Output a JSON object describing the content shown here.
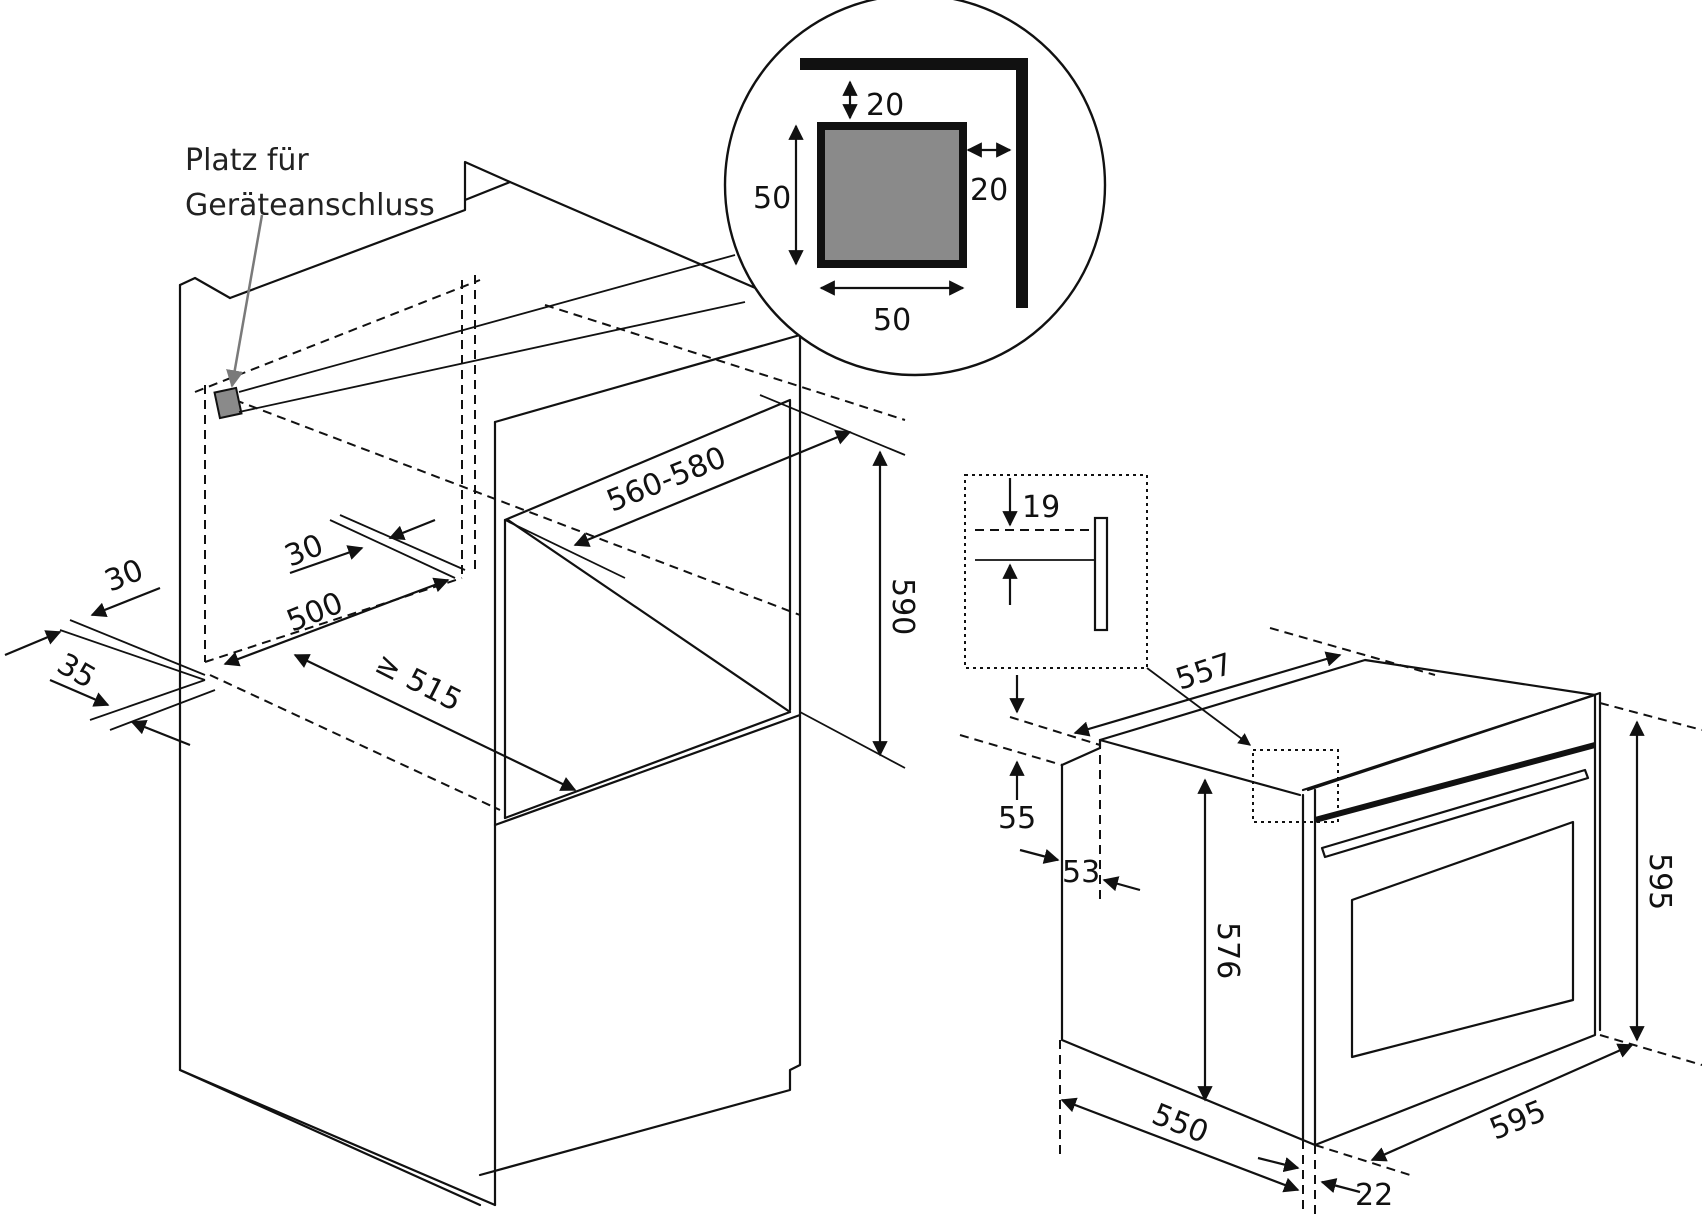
{
  "annotation": {
    "line1": "Platz für",
    "line2": "Geräteanschluss"
  },
  "detail_circle": {
    "top_gap": "20",
    "side_gap": "20",
    "height": "50",
    "width": "50"
  },
  "cabinet": {
    "depth_range": "560-580",
    "height": "590",
    "back_offset": "30",
    "front_offset": "30",
    "inner_depth": "500",
    "bottom_clear": "35",
    "min_depth": "≥ 515"
  },
  "mount_detail": {
    "gap": "19"
  },
  "oven": {
    "top_depth": "557",
    "step": "55",
    "side_offset": "53",
    "body_height": "576",
    "front_height": "595",
    "depth": "550",
    "width": "595",
    "front_thickness": "22"
  },
  "colors": {
    "line": "#111111",
    "square_fill": "#8a8a8a",
    "annotation_arrow": "#7a7a7a"
  }
}
